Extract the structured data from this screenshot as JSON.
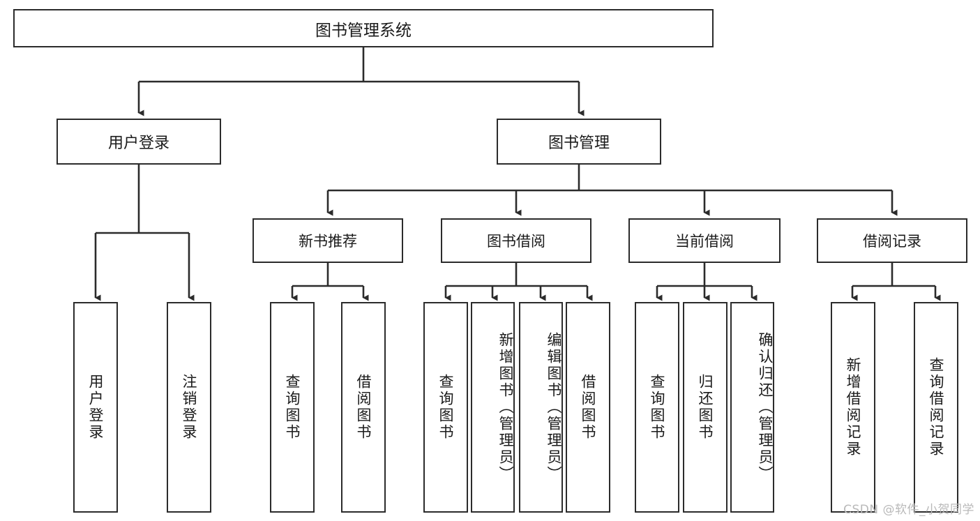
{
  "diagram": {
    "title": "图书管理系统",
    "type": "tree",
    "root": {
      "label": "图书管理系统"
    },
    "level1": [
      {
        "label": "用户登录"
      },
      {
        "label": "图书管理"
      }
    ],
    "level2": [
      {
        "label": "新书推荐"
      },
      {
        "label": "图书借阅"
      },
      {
        "label": "当前借阅"
      },
      {
        "label": "借阅记录"
      }
    ],
    "leaves": {
      "user_login": [
        {
          "label": "用户登录"
        },
        {
          "label": "注销登录"
        }
      ],
      "new_book_recommend": [
        {
          "label": "查询图书"
        },
        {
          "label": "借阅图书"
        }
      ],
      "book_borrow": [
        {
          "label": "查询图书"
        },
        {
          "label": "新增图书（管理员）"
        },
        {
          "label": "编辑图书（管理员）"
        },
        {
          "label": "借阅图书"
        }
      ],
      "current_borrow": [
        {
          "label": "查询图书"
        },
        {
          "label": "归还图书"
        },
        {
          "label": "确认归还（管理员）"
        }
      ],
      "borrow_record": [
        {
          "label": "新增借阅记录"
        },
        {
          "label": "查询借阅记录"
        }
      ]
    }
  },
  "watermark": {
    "text": "CSDN @软件_小贺同学"
  },
  "colors": {
    "stroke": "#2b2b2b",
    "background": "#ffffff",
    "text": "#1a1a1a",
    "watermark": "#b9b9b9"
  }
}
